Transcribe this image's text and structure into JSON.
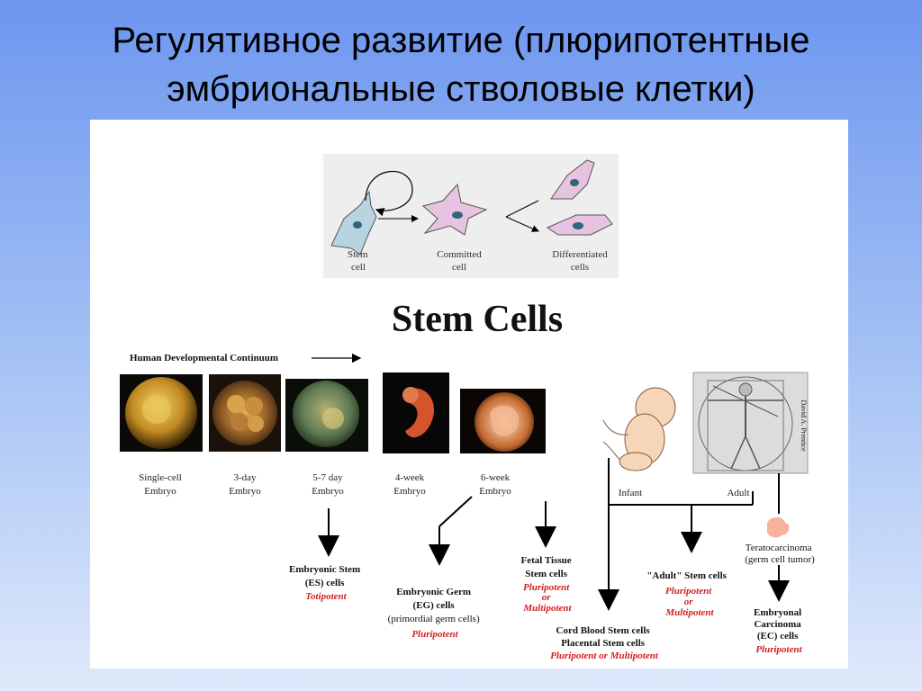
{
  "slide": {
    "title_line1": "Регулятивное развитие (плюрипотентные",
    "title_line2": "эмбриональные стволовые клетки)"
  },
  "top_diagram": {
    "stem": [
      "Stem",
      "cell"
    ],
    "committed": [
      "Committed",
      "cell"
    ],
    "differentiated": [
      "Differentiated",
      "cells"
    ]
  },
  "heading": "Stem Cells",
  "continuum_label": "Human Developmental Continuum",
  "stages": [
    {
      "line1": "Single-cell",
      "line2": "Embryo"
    },
    {
      "line1": "3-day",
      "line2": "Embryo"
    },
    {
      "line1": "5-7 day",
      "line2": "Embryo"
    },
    {
      "line1": "4-week",
      "line2": "Embryo"
    },
    {
      "line1": "6-week",
      "line2": "Embryo"
    }
  ],
  "infant_label": "Infant",
  "adult_label": "Adult",
  "credit": "David A. Prentice",
  "outcomes": {
    "es": {
      "l1": "Embryonic Stem",
      "l2": "(ES) cells",
      "potency": "Totipotent"
    },
    "eg": {
      "l1": "Embryonic Germ",
      "l2": "(EG) cells",
      "l3": "(primordial germ cells)",
      "potency": "Pluripotent"
    },
    "fetal": {
      "l1": "Fetal Tissue",
      "l2": "Stem cells",
      "p1": "Pluripotent",
      "p2": "or",
      "p3": "Multipotent"
    },
    "cord": {
      "l1": "Cord Blood Stem cells",
      "l2": "Placental Stem cells",
      "potency": "Pluripotent or Multipotent"
    },
    "adult": {
      "l1": "\"Adult\" Stem cells",
      "p1": "Pluripotent",
      "p2": "or",
      "p3": "Multipotent"
    },
    "terato": {
      "l1": "Teratocarcinoma",
      "l2": "(germ cell tumor)"
    },
    "ec": {
      "l1": "Embryonal",
      "l2": "Carcinoma",
      "l3": "(EC) cells",
      "potency": "Pluripotent"
    }
  },
  "colors": {
    "potency": "#d42020",
    "cell_fill": "#e6c3e0",
    "stem_fill": "#b9d4e1"
  }
}
